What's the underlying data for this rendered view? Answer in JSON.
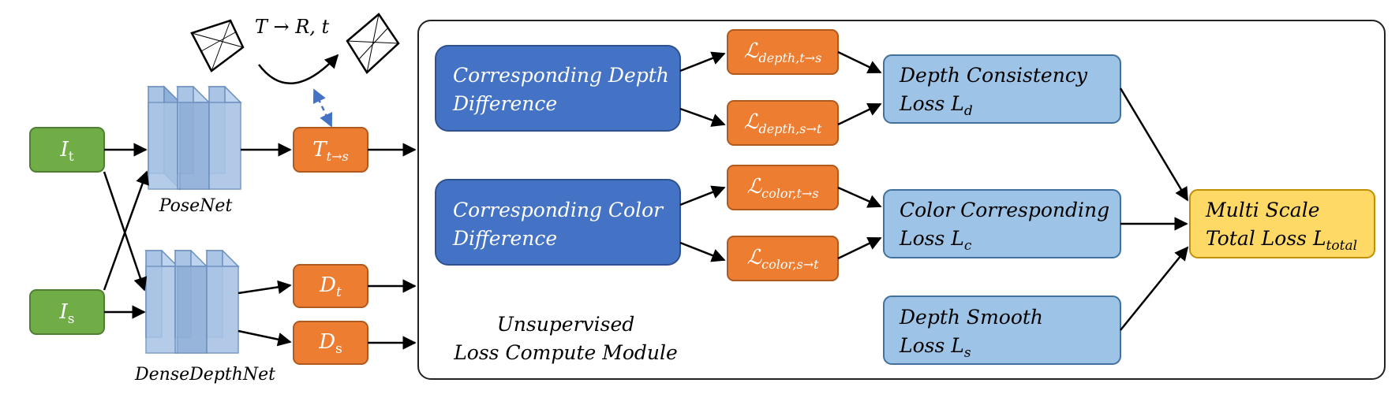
{
  "inputs": {
    "target": {
      "main": "I",
      "sub": "t"
    },
    "source": {
      "main": "I",
      "sub": "s"
    }
  },
  "networks": {
    "pose": "PoseNet",
    "depth": "DenseDepthNet"
  },
  "outputs": {
    "pose": {
      "main": "T",
      "sub": "t→s"
    },
    "depth_t": {
      "main": "D",
      "sub": "t"
    },
    "depth_s": {
      "main": "D",
      "sub": "s"
    }
  },
  "transform_label": "T → R, t",
  "module": {
    "title_line1": "Unsupervised",
    "title_line2": "Loss Compute Module",
    "depth_diff": {
      "line1": "Corresponding Depth",
      "line2": "Difference"
    },
    "color_diff": {
      "line1": "Corresponding Color",
      "line2": "Difference"
    },
    "losses": {
      "depth_ts": {
        "main": "ℒ",
        "sub": "depth,t→s"
      },
      "depth_st": {
        "main": "ℒ",
        "sub": "depth,s→t"
      },
      "color_ts": {
        "main": "ℒ",
        "sub": "color,t→s"
      },
      "color_st": {
        "main": "ℒ",
        "sub": "color,s→t"
      }
    },
    "depth_consistency": {
      "line1": "Depth Consistency",
      "line2": "Loss L",
      "sub": "d"
    },
    "color_corresponding": {
      "line1": "Color Corresponding",
      "line2": "Loss L",
      "sub": "c"
    },
    "depth_smooth": {
      "line1": "Depth Smooth",
      "line2": "Loss L",
      "sub": "s"
    },
    "total": {
      "line1": "Multi Scale",
      "line2": "Total Loss L",
      "sub": "total"
    }
  },
  "colors": {
    "green": "#70AD47",
    "orange": "#ED7D31",
    "dark_blue": "#4472C4",
    "light_blue": "#9DC3E6",
    "yellow": "#FFD966",
    "net_blue": "#A9C4E4",
    "dashed_arrow": "#4472C4"
  }
}
